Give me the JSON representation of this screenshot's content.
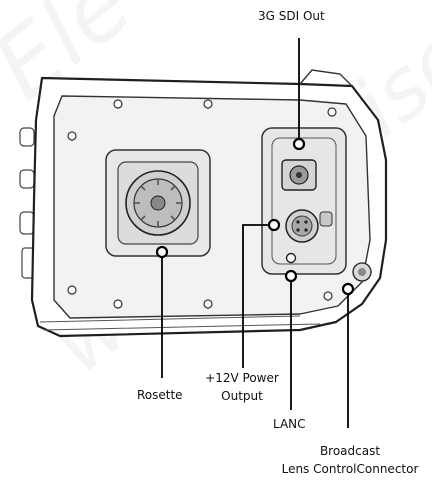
{
  "diagram": {
    "labels": {
      "sdi": "3G SDI Out",
      "rosette": "Rosette",
      "power_line1": "+12V Power",
      "power_line2": "Output",
      "lanc": "LANC",
      "broadcast_line1": "Broadcast",
      "broadcast_line2": "Lens ControlConnector"
    },
    "watermark": {
      "line1": "Ele",
      "line2": "www.aegise"
    }
  }
}
